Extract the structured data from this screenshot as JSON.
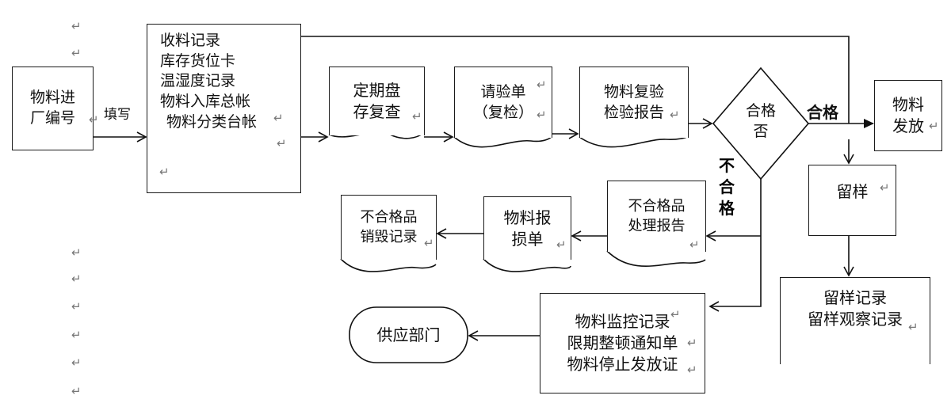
{
  "nodes": {
    "incoming": {
      "lines": [
        "物料进",
        "厂编号"
      ]
    },
    "receiving": {
      "lines": [
        "收料记录",
        "库存货位卡",
        "温湿度记录",
        "物料入库总帐",
        "物料分类台帐"
      ]
    },
    "recheck": {
      "lines": [
        "定期盘",
        "存复查"
      ]
    },
    "inspect_req": {
      "lines": [
        "请验单",
        "（复检）"
      ]
    },
    "reinspect": {
      "lines": [
        "物料复验",
        "检验报告"
      ]
    },
    "decision": {
      "lines": [
        "合格",
        "否"
      ]
    },
    "release": {
      "lines": [
        "物料",
        "发放"
      ]
    },
    "sample": {
      "lines": [
        "留样"
      ]
    },
    "sample_record": {
      "lines": [
        "留样记录",
        "留样观察记录"
      ]
    },
    "nc_report": {
      "lines": [
        "不合格品",
        "处理报告"
      ]
    },
    "loss": {
      "lines": [
        "物料报",
        "损单"
      ]
    },
    "destroy": {
      "lines": [
        "不合格品",
        "销毁记录"
      ]
    },
    "monitor": {
      "lines": [
        "物料监控记录",
        "限期整顿通知单",
        "物料停止发放证"
      ]
    },
    "supplier": {
      "lines": [
        "供应部门"
      ]
    }
  },
  "edge_labels": {
    "fill": "填写",
    "pass": "合格",
    "fail": "不合格"
  },
  "paragraph_mark": "↵"
}
